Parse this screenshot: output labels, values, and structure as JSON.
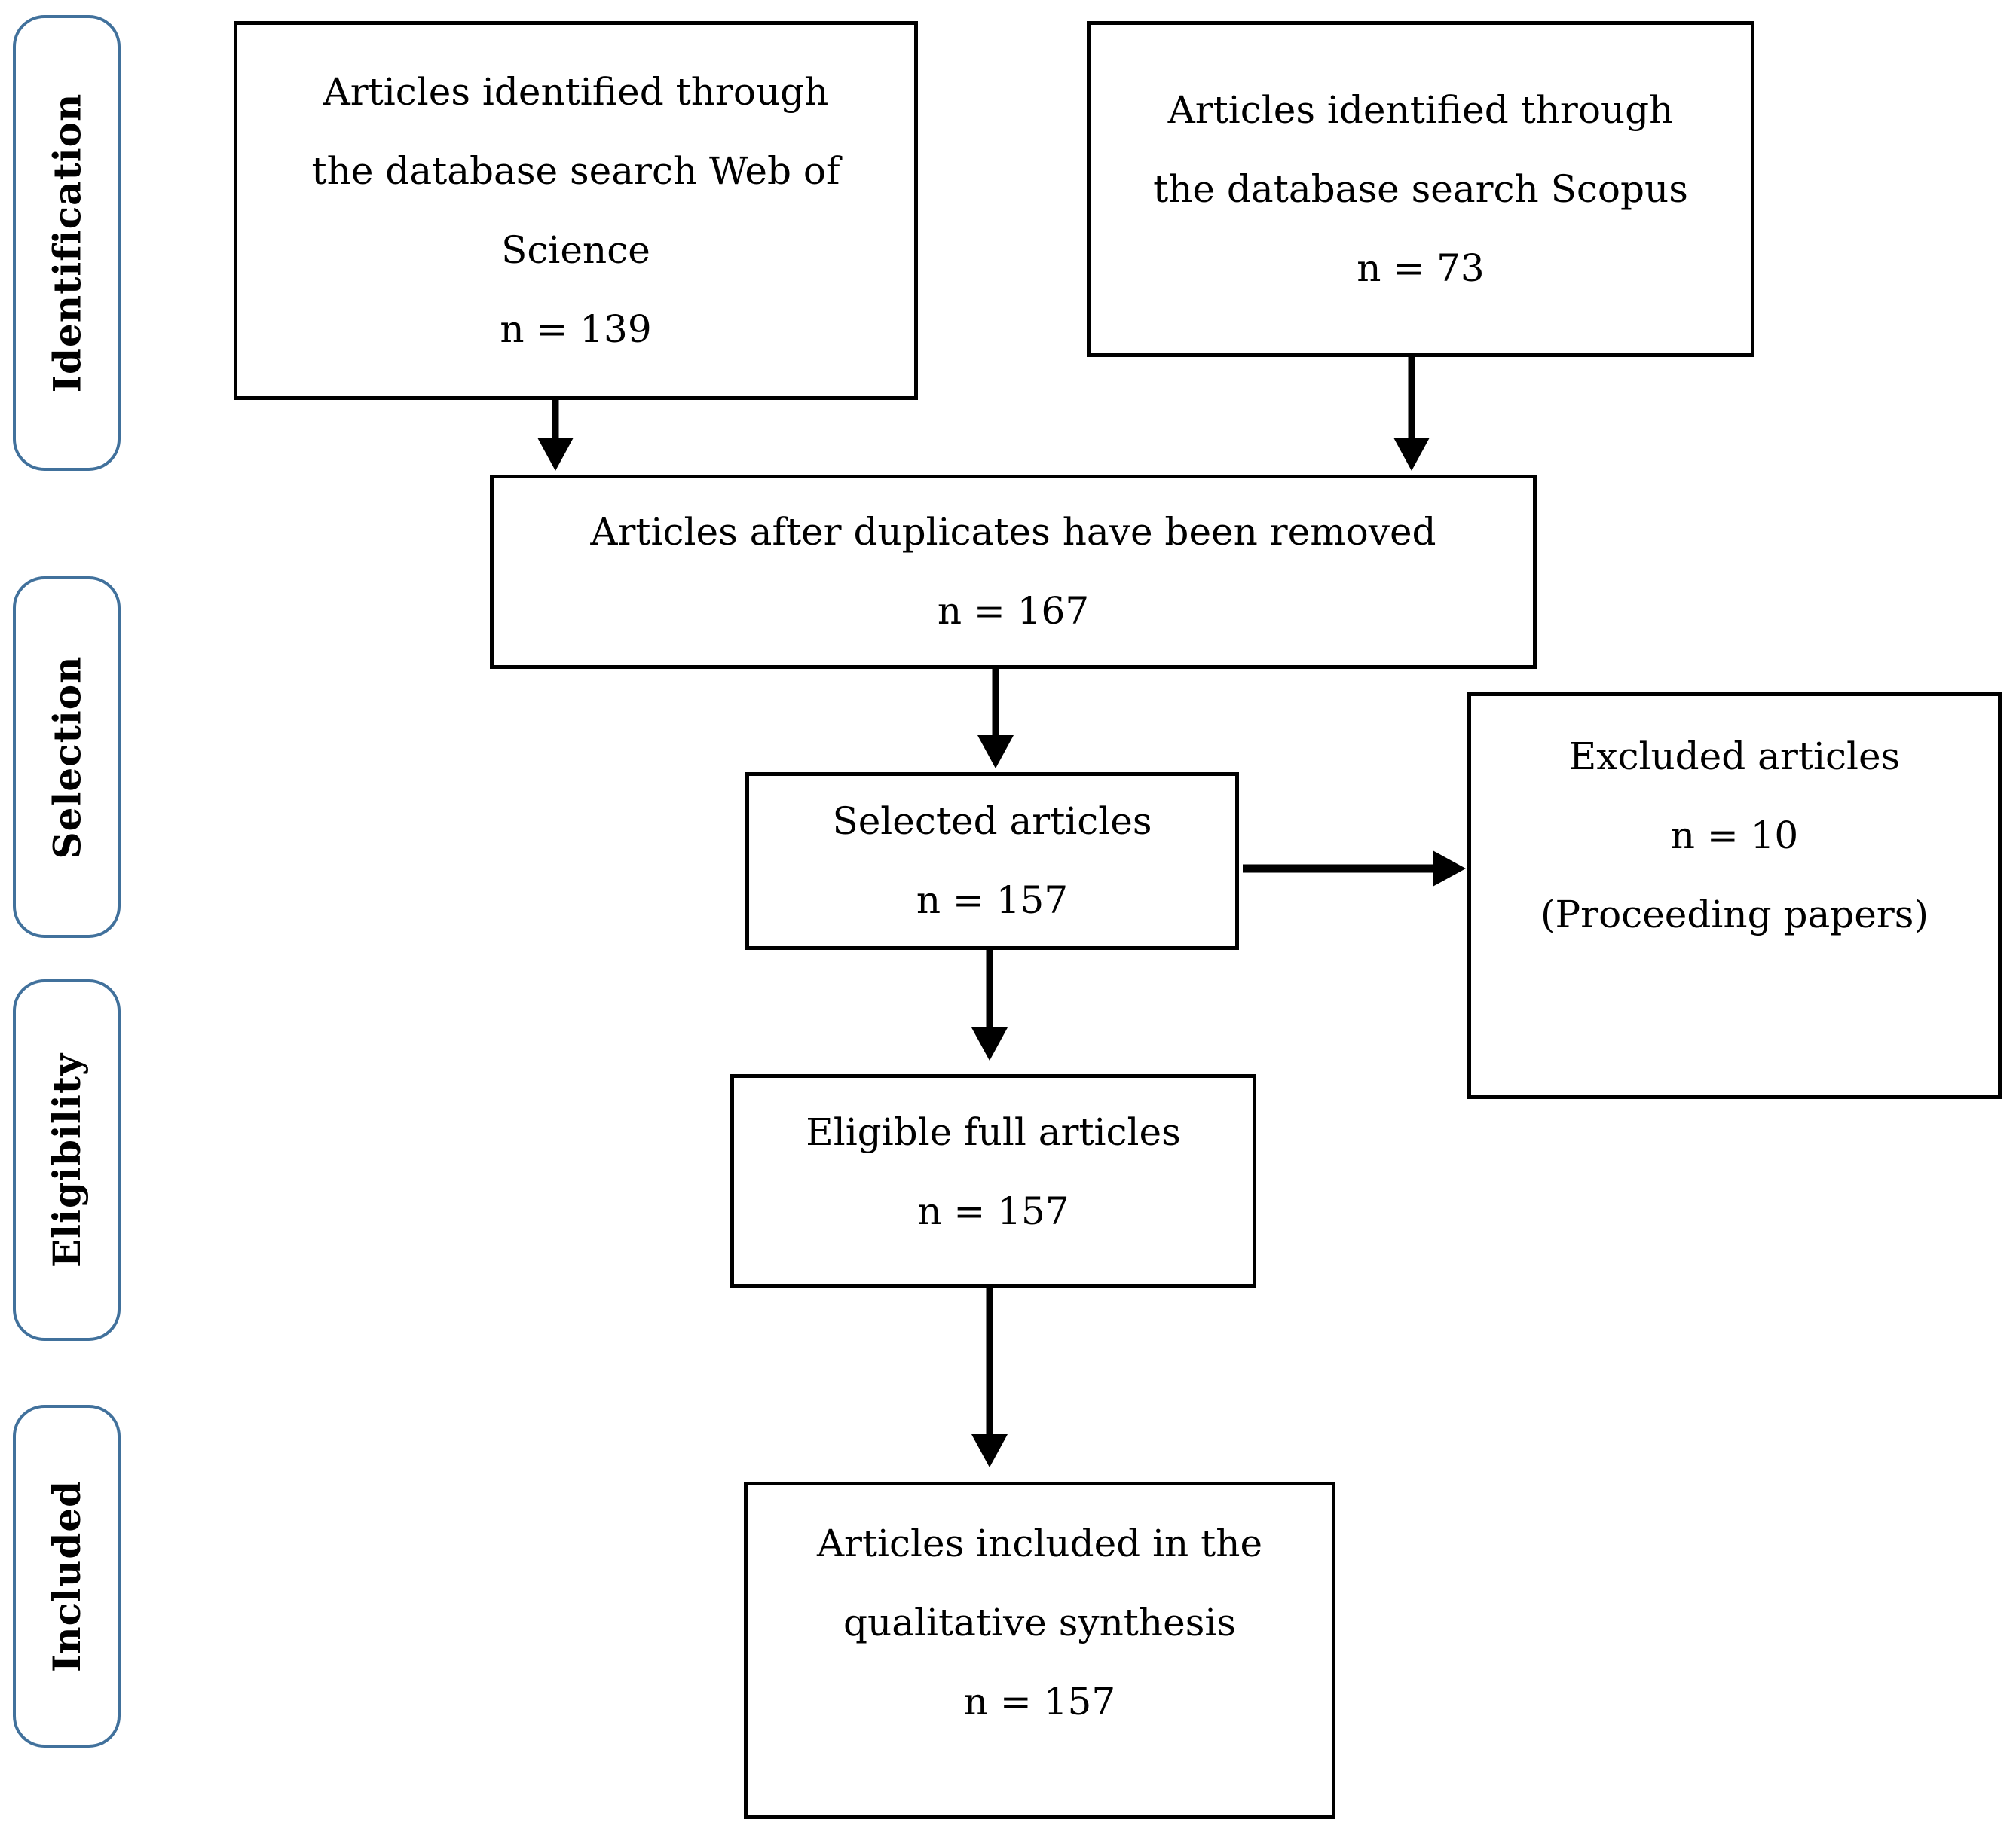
{
  "diagram": {
    "type": "prisma-flow",
    "stages": [
      {
        "label": "Identification"
      },
      {
        "label": "Selection"
      },
      {
        "label": "Eligibility"
      },
      {
        "label": "Included"
      }
    ],
    "boxes": {
      "web_of_science": {
        "label": "Articles identified through the database search Web of Science",
        "n": "n = 139"
      },
      "scopus": {
        "label": "Articles identified through the database search Scopus",
        "n": "n = 73"
      },
      "duplicates_removed": {
        "label": "Articles after duplicates have been removed",
        "n": "n = 167"
      },
      "selected": {
        "label": "Selected articles",
        "n": "n = 157"
      },
      "excluded": {
        "label": "Excluded articles",
        "n": "n = 10",
        "note": "(Proceeding papers)"
      },
      "eligible": {
        "label": "Eligible full articles",
        "n": "n = 157"
      },
      "included_synthesis": {
        "label": "Articles included in the qualitative synthesis",
        "n": "n = 157"
      }
    },
    "connections": [
      {
        "from": "web_of_science",
        "to": "duplicates_removed"
      },
      {
        "from": "scopus",
        "to": "duplicates_removed"
      },
      {
        "from": "duplicates_removed",
        "to": "selected"
      },
      {
        "from": "selected",
        "to": "excluded"
      },
      {
        "from": "selected",
        "to": "eligible"
      },
      {
        "from": "eligible",
        "to": "included_synthesis"
      }
    ]
  },
  "colors": {
    "stage_border": "#41719c",
    "box_border": "#000000",
    "arrow": "#000000",
    "background": "#ffffff"
  }
}
